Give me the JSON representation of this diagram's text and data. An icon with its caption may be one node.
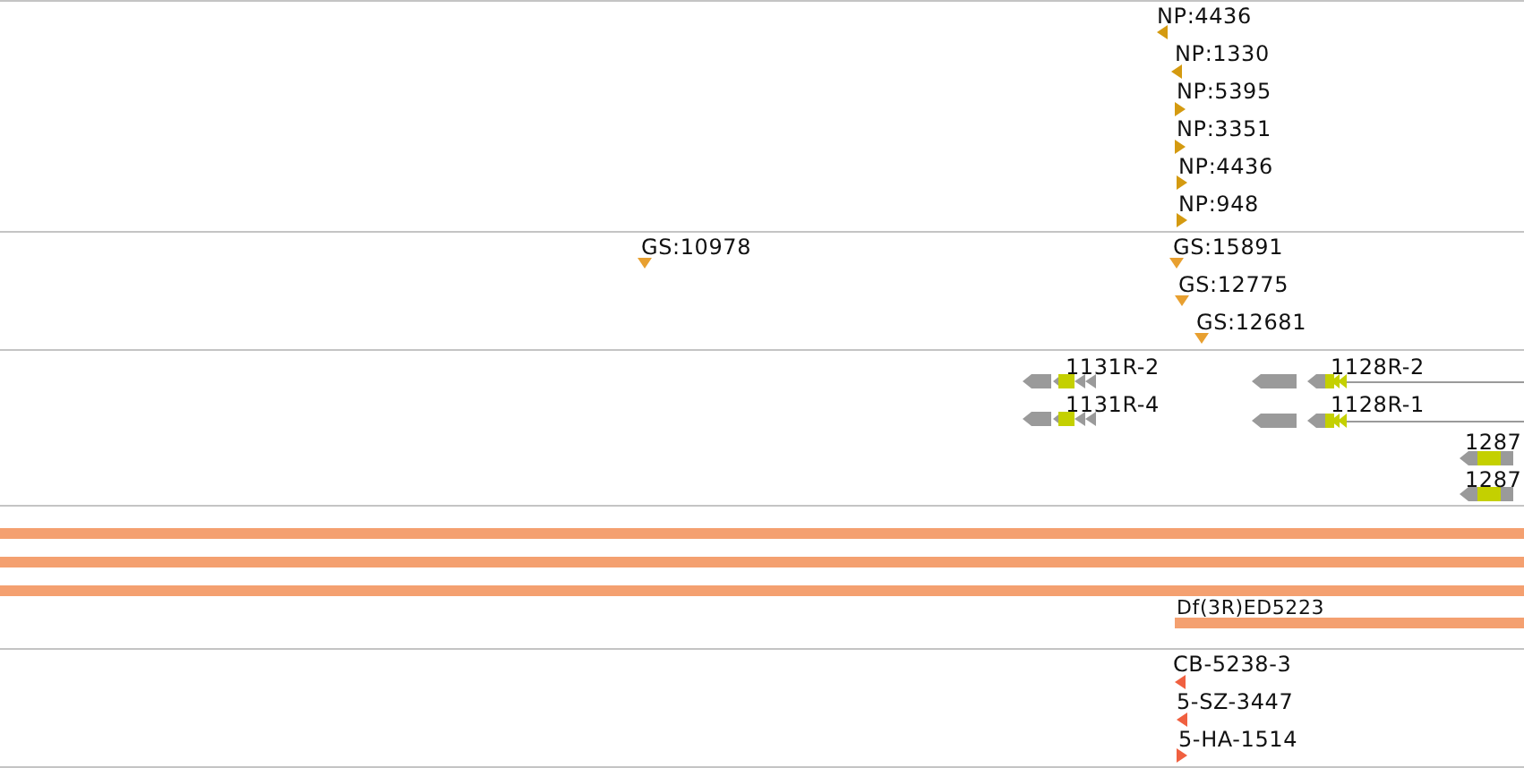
{
  "diagram": {
    "labels": [
      "NP:4436",
      "NP:1330",
      "NP:5395",
      "NP:3351",
      "NP:4436",
      "NP:948",
      "GS:10978",
      "GS:15891",
      "GS:12775",
      "GS:12681",
      "1131R-2",
      "1128R-2",
      "1131R-4",
      "1128R-1",
      "1287",
      "1287",
      "Df(3R)ED5223",
      "CB-5238-3",
      "5-SZ-3447",
      "5-HA-1514"
    ]
  }
}
